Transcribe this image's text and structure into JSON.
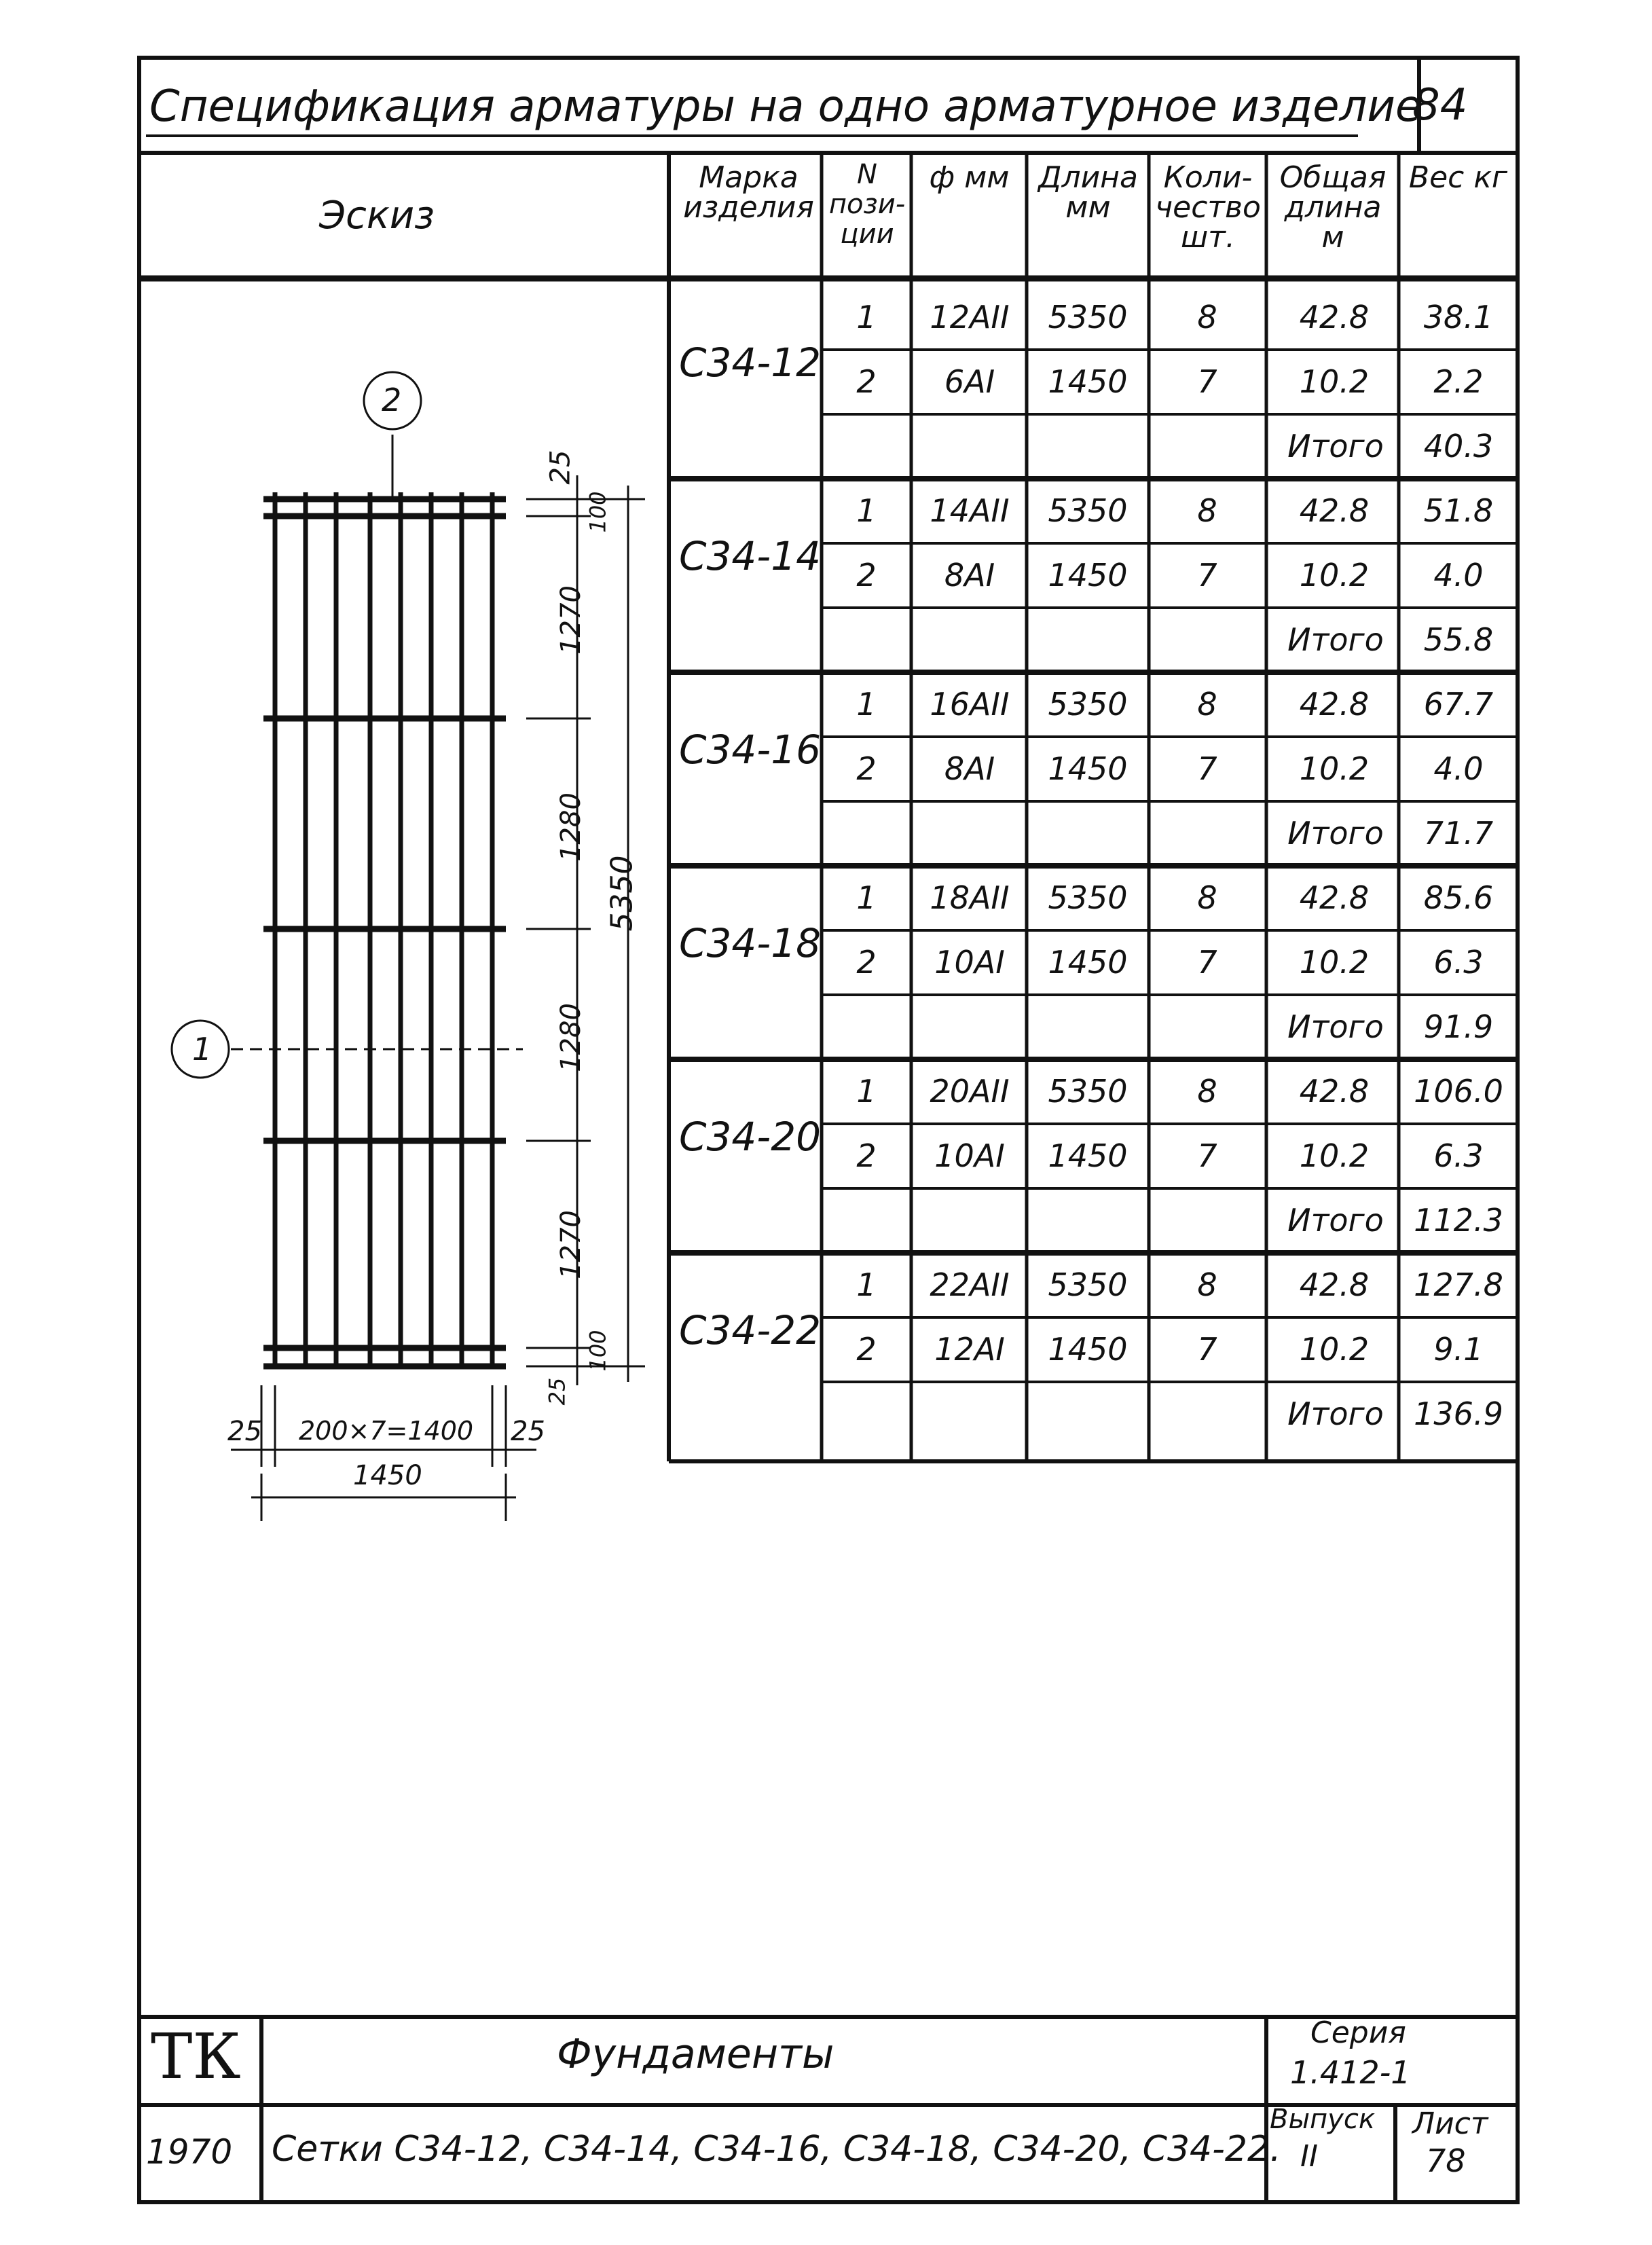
{
  "sheet": {
    "title": "Спецификация арматуры на одно арматурное изделие",
    "page_number": "84"
  },
  "sketch": {
    "header": "Эскиз",
    "callout_top": "2",
    "callout_left": "1",
    "dims_vertical": [
      "25",
      "100",
      "1270",
      "1280",
      "1280",
      "1270",
      "100",
      "25"
    ],
    "dim_total": "5350",
    "dims_horizontal": [
      "25",
      "200×7=1400",
      "25"
    ],
    "dim_width": "1450"
  },
  "table": {
    "headers": [
      "Марка изделия",
      "N пози-ции",
      "ф мм",
      "Длина мм",
      "Коли-чество шт.",
      "Общая длина м",
      "Вес кг"
    ],
    "total_label": "Итого",
    "groups": [
      {
        "mark": "С34-12",
        "rows": [
          [
            "1",
            "12АII",
            "5350",
            "8",
            "42.8",
            "38.1"
          ],
          [
            "2",
            "6АI",
            "1450",
            "7",
            "10.2",
            "2.2"
          ]
        ],
        "total": "40.3"
      },
      {
        "mark": "С34-14",
        "rows": [
          [
            "1",
            "14АII",
            "5350",
            "8",
            "42.8",
            "51.8"
          ],
          [
            "2",
            "8АI",
            "1450",
            "7",
            "10.2",
            "4.0"
          ]
        ],
        "total": "55.8"
      },
      {
        "mark": "С34-16",
        "rows": [
          [
            "1",
            "16АII",
            "5350",
            "8",
            "42.8",
            "67.7"
          ],
          [
            "2",
            "8АI",
            "1450",
            "7",
            "10.2",
            "4.0"
          ]
        ],
        "total": "71.7"
      },
      {
        "mark": "С34-18",
        "rows": [
          [
            "1",
            "18АII",
            "5350",
            "8",
            "42.8",
            "85.6"
          ],
          [
            "2",
            "10АI",
            "1450",
            "7",
            "10.2",
            "6.3"
          ]
        ],
        "total": "91.9"
      },
      {
        "mark": "С34-20",
        "rows": [
          [
            "1",
            "20АII",
            "5350",
            "8",
            "42.8",
            "106.0"
          ],
          [
            "2",
            "10АI",
            "1450",
            "7",
            "10.2",
            "6.3"
          ]
        ],
        "total": "112.3"
      },
      {
        "mark": "С34-22",
        "rows": [
          [
            "1",
            "22АII",
            "5350",
            "8",
            "42.8",
            "127.8"
          ],
          [
            "2",
            "12АI",
            "1450",
            "7",
            "10.2",
            "9.1"
          ]
        ],
        "total": "136.9"
      }
    ]
  },
  "title_block": {
    "logo": "ТК",
    "name": "Фундаменты",
    "series_label": "Серия",
    "series_value": "1.412-1",
    "year": "1970",
    "description": "Сетки С34-12, С34-14, С34-16, С34-18, С34-20, С34-22.",
    "issue_label": "Выпуск",
    "issue_value": "II",
    "sheet_label": "Лист",
    "sheet_value": "78"
  }
}
